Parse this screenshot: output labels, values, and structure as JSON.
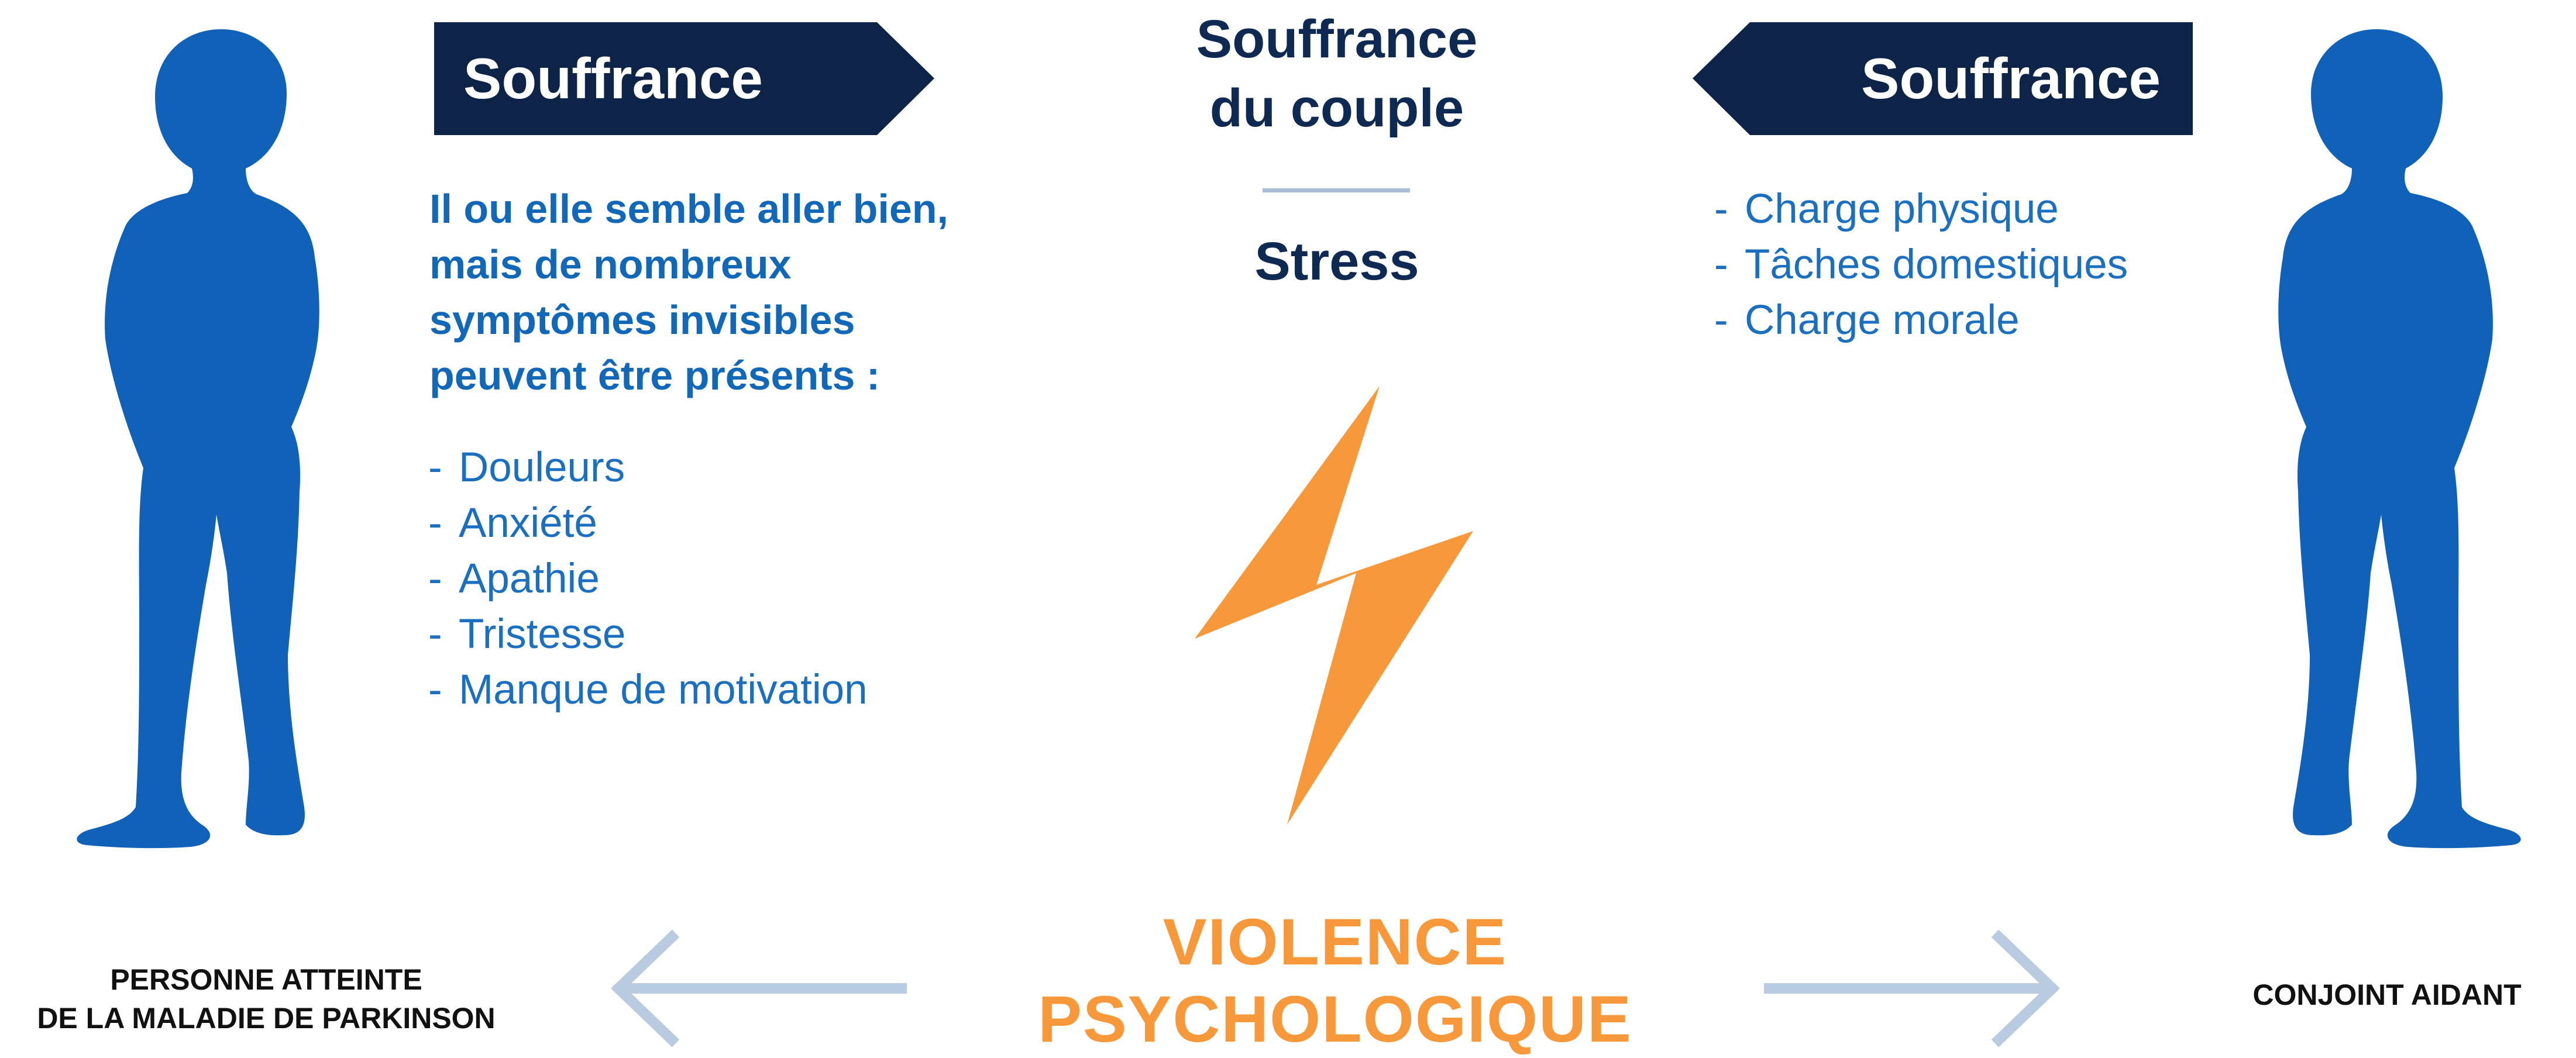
{
  "left": {
    "banner": "Souffrance",
    "intro": "Il ou elle semble aller bien, mais de nombreux symptômes invisibles peuvent être présents :",
    "symptoms": [
      "Douleurs",
      "Anxiété",
      "Apathie",
      "Tristesse",
      "Manque de motivation"
    ],
    "caption_line1": "PERSONNE ATTEINTE",
    "caption_line2": "DE LA MALADIE DE PARKINSON"
  },
  "right": {
    "banner": "Souffrance",
    "items": [
      "Charge physique",
      "Tâches domestiques",
      "Charge morale"
    ],
    "caption": "CONJOINT AIDANT"
  },
  "center": {
    "title_line1": "Souffrance",
    "title_line2": "du couple",
    "stress": "Stress",
    "violence_line1": "VIOLENCE",
    "violence_line2": "PSYCHOLOGIQUE"
  },
  "dash": "-",
  "colors": {
    "figure_blue": "#0f62b8",
    "banner_navy": "#0d2347",
    "text_blue": "#1268b8",
    "title_navy": "#0f2a52",
    "accent_orange": "#f7993a",
    "arrow_light": "#b8cbe0"
  },
  "icons": {
    "left_figure": "person-silhouette-icon",
    "right_figure": "person-silhouette-icon",
    "lightning": "lightning-bolt-icon",
    "left_arrow": "arrow-left-icon",
    "right_arrow": "arrow-right-icon"
  }
}
